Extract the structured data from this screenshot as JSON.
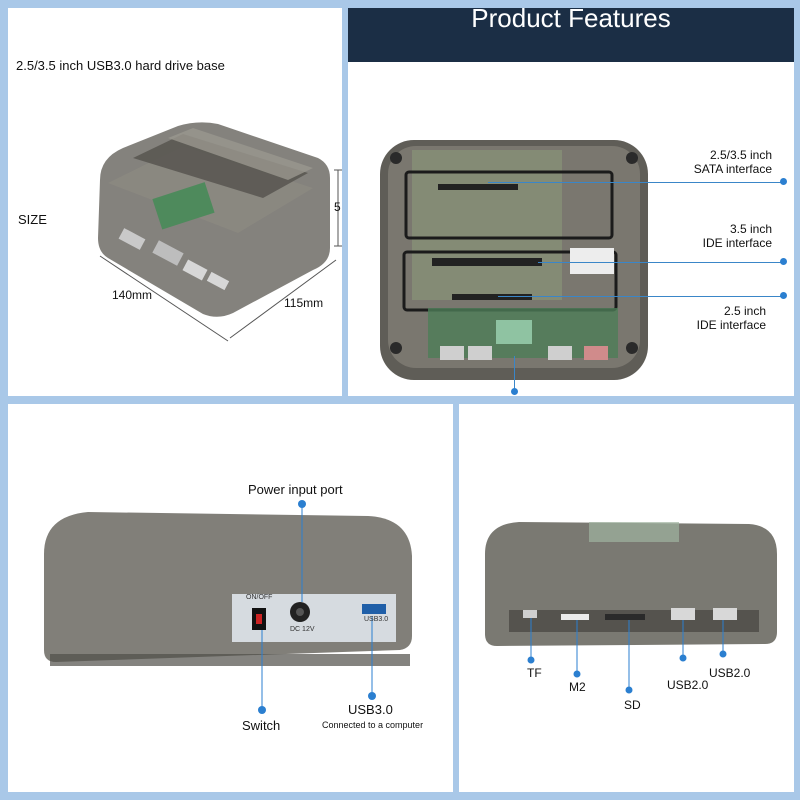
{
  "panel1": {
    "title": "2.5/3.5 inch USB3.0 hard drive base",
    "size_label": "SIZE",
    "dim_length": "140mm",
    "dim_width": "115mm",
    "dim_height": "5"
  },
  "panel2": {
    "header": "Product Features",
    "callouts": [
      {
        "line1": "2.5/3.5 inch",
        "line2": "SATA interface"
      },
      {
        "line1": "3.5 inch",
        "line2": "IDE interface"
      },
      {
        "line1": "2.5 inch",
        "line2": "IDE interface"
      }
    ]
  },
  "panel3": {
    "power_label": "Power input port",
    "switch_label": "Switch",
    "usb_label": "USB3.0",
    "usb_sub": "Connected to a computer",
    "onoff": "ON/OFF",
    "dc": "DC 12V",
    "usb_small": "USB3.0"
  },
  "panel4": {
    "tf": "TF",
    "m2": "M2",
    "sd": "SD",
    "usb_a": "USB2.0",
    "usb_b": "USB2.0"
  },
  "colors": {
    "accent": "#2b7fd0",
    "header": "#1b2e45",
    "background": "#a9c8e8"
  }
}
